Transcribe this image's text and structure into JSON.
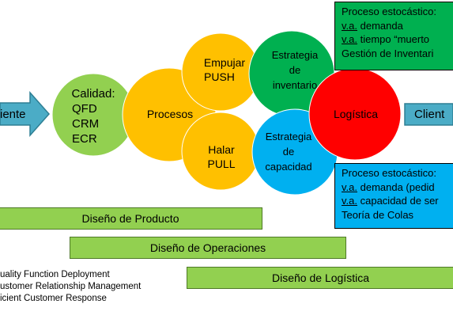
{
  "inputs": {
    "left_arrow_label": "iente",
    "right_arrow_label": "Client"
  },
  "nodes": {
    "calidad": [
      "Calidad:",
      "QFD",
      "CRM",
      "ECR"
    ],
    "procesos": "Procesos",
    "empujar": [
      "Empujar",
      "PUSH"
    ],
    "halar": [
      "Halar",
      "PULL"
    ],
    "estrategia_inventario": [
      "Estrategia",
      "de",
      "inventario"
    ],
    "estrategia_capacidad": [
      "Estrategia",
      "de",
      "capacidad"
    ],
    "logistica": "Logística"
  },
  "colors": {
    "arrow": "#4bacc6",
    "calidad": "#92d050",
    "procesos": "#ffc000",
    "inventario": "#00b050",
    "capacidad": "#00b0f0",
    "logistica": "#ff0000",
    "bar": "#92d050"
  },
  "box_top": {
    "title": "Proceso estocástico:",
    "line1_underlined": "v.a.",
    "line1_rest": " demanda",
    "line2_underlined": "v.a.",
    "line2_rest": " tiempo “muerto",
    "line3": "Gestión de Inventari"
  },
  "box_bottom": {
    "title": "Proceso estocástico:",
    "line1_underlined": "v.a.",
    "line1_rest": " demanda  (pedid",
    "line2_underlined": "v.a.",
    "line2_rest": " capacidad de ser",
    "line3": "Teoría de Colas"
  },
  "bars": {
    "producto": "Diseño de Producto",
    "operaciones": "Diseño de Operaciones",
    "logistica": "Diseño de Logística"
  },
  "legend": [
    "uality Function Deployment",
    "ustomer Relationship Management",
    "icient Customer Response"
  ]
}
